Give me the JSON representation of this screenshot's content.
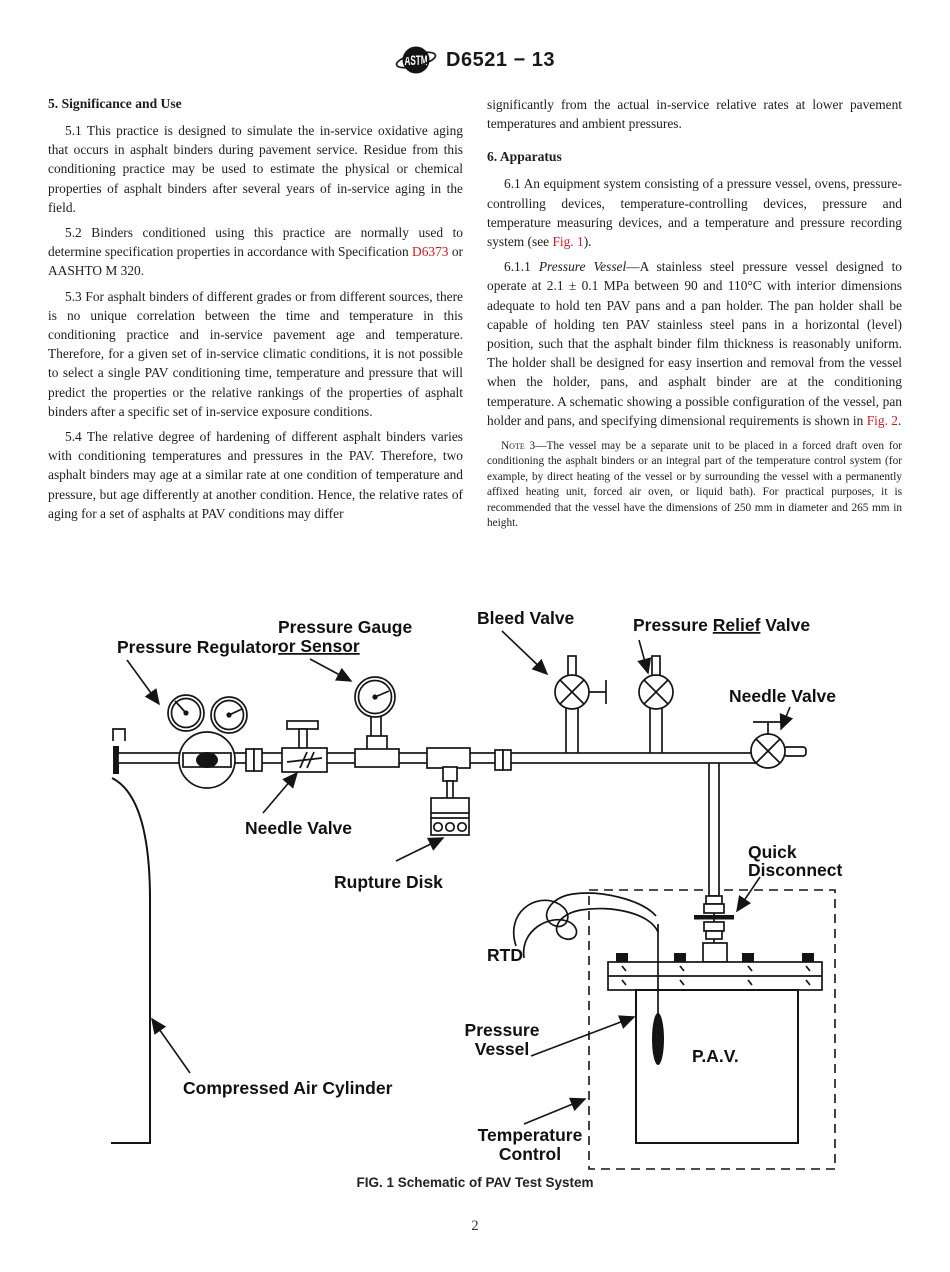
{
  "colors": {
    "link": "#bf2026",
    "text": "#1d1d1d"
  },
  "header": {
    "logo_text": "ASTM",
    "standard_id": "D6521 − 13"
  },
  "left_column": {
    "s5_heading": "5. Significance and Use",
    "p51": "5.1 This practice is designed to simulate the in-service oxidative aging that occurs in asphalt binders during pavement service. Residue from this conditioning practice may be used to estimate the physical or chemical properties of asphalt binders after several years of in-service aging in the field.",
    "p52_pre": "5.2 Binders conditioned using this practice are normally used to determine specification properties in accordance with Specification ",
    "p52_link": "D6373",
    "p52_post": " or AASHTO M 320.",
    "p53": "5.3 For asphalt binders of different grades or from different sources, there is no unique correlation between the time and temperature in this conditioning practice and in-service pavement age and temperature. Therefore, for a given set of in-service climatic conditions, it is not possible to select a single PAV conditioning time, temperature and pressure that will predict the properties or the relative rankings of the properties of asphalt binders after a specific set of in-service exposure conditions.",
    "p54": "5.4 The relative degree of hardening of different asphalt binders varies with conditioning temperatures and pressures in the PAV. Therefore, two asphalt binders may age at a similar rate at one condition of temperature and pressure, but age differently at another condition. Hence, the relative rates of aging for a set of asphalts at PAV conditions may differ"
  },
  "right_column": {
    "p54_cont": "significantly from the actual in-service relative rates at lower pavement temperatures and ambient pressures.",
    "s6_heading": "6. Apparatus",
    "p61_pre": "6.1 An equipment system consisting of a pressure vessel, ovens, pressure-controlling devices, temperature-controlling devices, pressure and temperature measuring devices, and a temperature and pressure recording system (see ",
    "p61_link": "Fig. 1",
    "p61_post": ").",
    "p611_num": "6.1.1 ",
    "p611_title": "Pressure Vessel",
    "p611_body": "—A stainless steel pressure vessel designed to operate at 2.1 ± 0.1 MPa between 90 and 110°C with interior dimensions adequate to hold ten PAV pans and a pan holder. The pan holder shall be capable of holding ten PAV stainless steel pans in a horizontal (level) position, such that the asphalt binder film thickness is reasonably uniform. The holder shall be designed for easy insertion and removal from the vessel when the holder, pans, and asphalt binder are at the conditioning temperature. A schematic showing a possible configuration of the vessel, pan holder and pans, and specifying dimensional requirements is shown in ",
    "p611_link": "Fig. 2",
    "p611_post": ".",
    "note3_label": "Note 3—",
    "note3_body": "The vessel may be a separate unit to be placed in a forced draft oven for conditioning the asphalt binders or an integral part of the temperature control system (for example, by direct heating of the vessel or by surrounding the vessel with a permanently affixed heating unit, forced air oven, or liquid bath). For practical purposes, it is recommended that the vessel have the dimensions of 250 mm in diameter and 265 mm in height."
  },
  "figure": {
    "caption": "FIG. 1 Schematic of PAV Test System",
    "labels": {
      "pressure_regulator": "Pressure Regulator",
      "pressure_gauge_1": "Pressure Gauge",
      "pressure_gauge_2": "or Sensor",
      "bleed_valve": "Bleed Valve",
      "relief_valve_pre": "Pressure ",
      "relief_valve_mid": "Relief",
      "relief_valve_post": " Valve",
      "needle_valve_right": "Needle Valve",
      "needle_valve_left": "Needle Valve",
      "rupture_disk": "Rupture Disk",
      "quick_disconnect_1": "Quick",
      "quick_disconnect_2": "Disconnect",
      "rtd": "RTD",
      "pressure_vessel_1": "Pressure",
      "pressure_vessel_2": "Vessel",
      "pav": "P.A.V.",
      "compressed_air_cylinder": "Compressed Air Cylinder",
      "temperature_control_1": "Temperature",
      "temperature_control_2": "Control"
    }
  },
  "footer": {
    "page_number": "2"
  }
}
